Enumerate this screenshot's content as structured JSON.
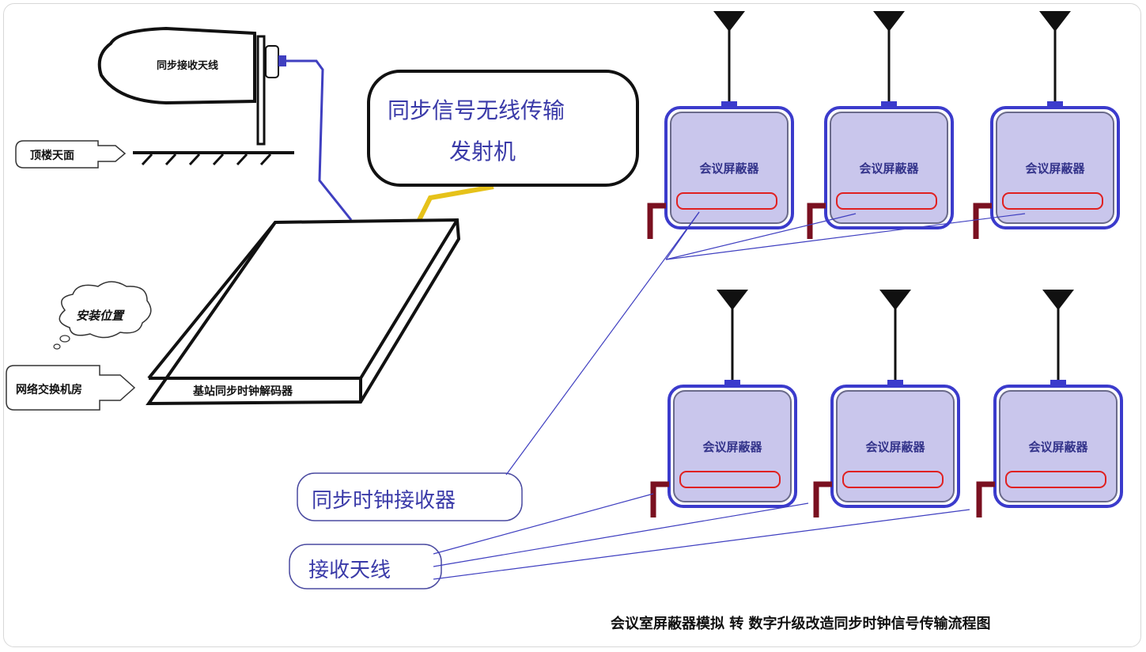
{
  "labels": {
    "antenna_dish": "同步接收天线",
    "rooftop": "顶楼天面",
    "transmitter": [
      "同步信号无线传输",
      "发射机"
    ],
    "install_position": "安装位置",
    "network_room": "网络交换机房",
    "decoder": "基站同步时钟解码器",
    "receiver": "同步时钟接收器",
    "receive_antenna": "接收天线",
    "footer_title": "会议室屏蔽器模拟 转 数字升级改造同步时钟信号传输流程图"
  },
  "devices": [
    {
      "label": "会议屏蔽器"
    },
    {
      "label": "会议屏蔽器"
    },
    {
      "label": "会议屏蔽器"
    },
    {
      "label": "会议屏蔽器"
    },
    {
      "label": "会议屏蔽器"
    },
    {
      "label": "会议屏蔽器"
    }
  ],
  "colors": {
    "device_fill": "#c9c6ec",
    "device_border": "#3b3bcc",
    "cable_blue": "#3f3fc0",
    "cable_yellow": "#e6c21a",
    "bracket": "#7a1020",
    "red_slot": "#e02020",
    "callout_text": "#3a3aa8"
  }
}
